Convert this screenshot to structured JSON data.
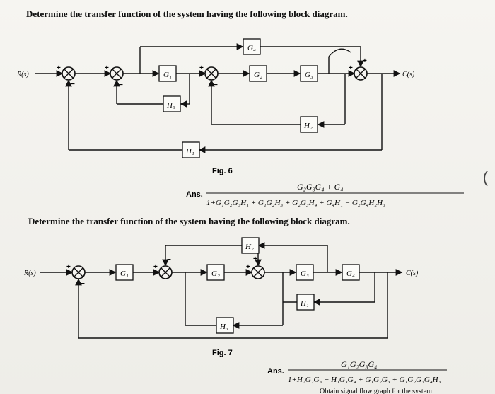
{
  "problem_1": {
    "heading": "Determine the transfer function of the system having the following block diagram.",
    "input_label": "R(s)",
    "output_label": "C(s)",
    "blocks": {
      "g1": "G₁",
      "g2": "G₂",
      "g3": "G₃",
      "g4": "G₄",
      "h1": "H₁",
      "h2": "H₂",
      "h3": "H₃"
    },
    "figure_label": "Fig. 6",
    "answer_label": "Ans.",
    "answer_numerator": "G₂G₃G₄ + G₄",
    "answer_denominator": "1+G₁G₂G₃H₁ + G₁G₂H₃ + G₂G₃H₄ + G₄H₁ − G₂G₄H₂H₃"
  },
  "problem_2": {
    "heading": "Determine the transfer function of the system having the following block diagram.",
    "input_label": "R(s)",
    "output_label": "C(s)",
    "blocks": {
      "g1": "G₁",
      "g2": "G₂",
      "g3": "G₃",
      "g4": "G₄",
      "h1": "H₁",
      "h2": "H₂",
      "h3": "H₃"
    },
    "figure_label": "Fig. 7",
    "answer_label": "Ans.",
    "answer_numerator": "G₁G₂G₃G₄",
    "answer_denominator": "1+H₂G₂G₃ − H₁G₃G₄ + G₁G₂G₃ + G₁G₂G₃G₄H₃"
  },
  "footer_text": "Obtain signal flow graph for the system",
  "side_mark": "("
}
